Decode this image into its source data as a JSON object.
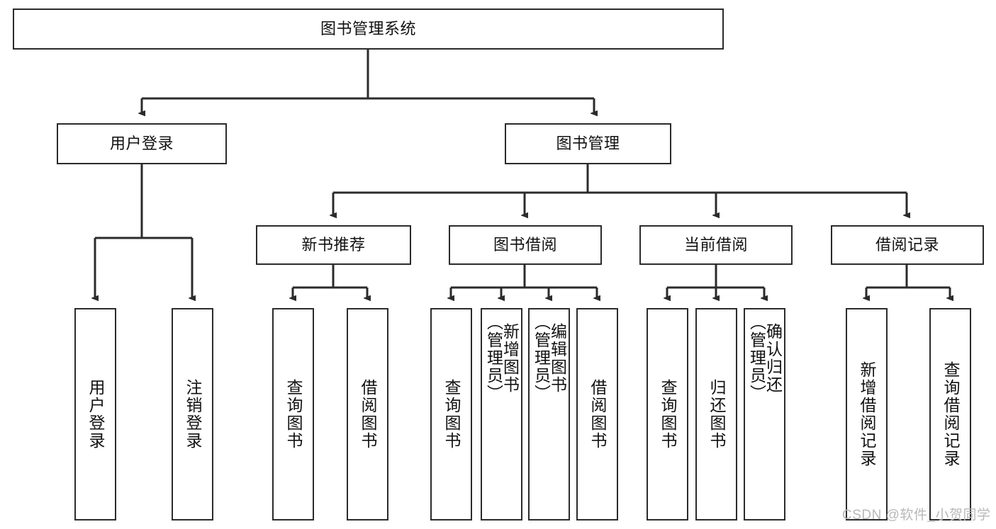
{
  "diagram": {
    "type": "hierarchy-tree",
    "title": "图书管理系统",
    "root": {
      "label": "图书管理系统"
    },
    "level2": [
      {
        "label": "用户登录"
      },
      {
        "label": "图书管理"
      }
    ],
    "level3": [
      {
        "label": "新书推荐"
      },
      {
        "label": "图书借阅"
      },
      {
        "label": "当前借阅"
      },
      {
        "label": "借阅记录"
      }
    ],
    "leaves": {
      "user_login": [
        {
          "label": "用户登录"
        },
        {
          "label": "注销登录"
        }
      ],
      "new_book_recommend": [
        {
          "label": "查询图书"
        },
        {
          "label": "借阅图书"
        }
      ],
      "book_borrow": [
        {
          "label": "查询图书"
        },
        {
          "label": "新增图书\n（管理员）"
        },
        {
          "label": "编辑图书\n（管理员）"
        },
        {
          "label": "借阅图书"
        }
      ],
      "current_borrow": [
        {
          "label": "查询图书"
        },
        {
          "label": "归还图书"
        },
        {
          "label": "确认归还\n（管理员）"
        }
      ],
      "borrow_record": [
        {
          "label": "新增借阅记录"
        },
        {
          "label": "查询借阅记录"
        }
      ]
    }
  },
  "watermark": {
    "text": "CSDN @软件_小贺同学"
  },
  "colors": {
    "stroke": "#2b2b2b",
    "background": "#ffffff",
    "text": "#111111",
    "watermark": "#b8b8b8"
  }
}
